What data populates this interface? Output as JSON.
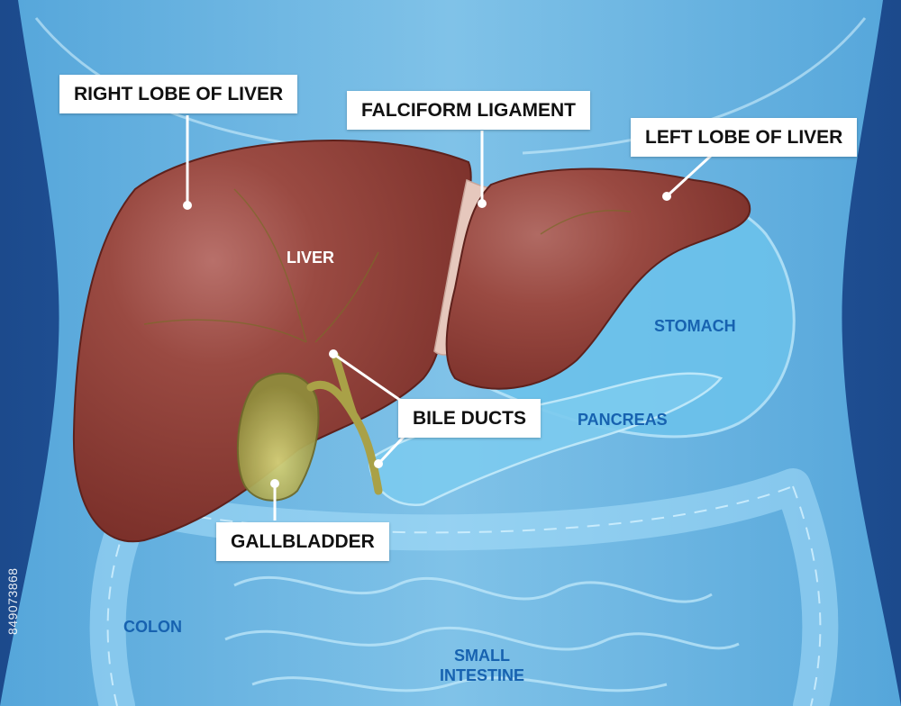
{
  "callouts": {
    "right_lobe": "RIGHT LOBE OF LIVER",
    "falciform": "FALCIFORM LIGAMENT",
    "left_lobe": "LEFT LOBE OF LIVER",
    "bile_ducts": "BILE DUCTS",
    "gallbladder": "GALLBLADDER"
  },
  "organ_labels": {
    "liver": "LIVER",
    "stomach": "STOMACH",
    "pancreas": "PANCREAS",
    "colon": "COLON",
    "small_intestine_line1": "SMALL",
    "small_intestine_line2": "INTESTINE"
  },
  "stock_id": "849073868",
  "colors": {
    "background": "#1f4f95",
    "body": "#8ad0f0",
    "liver": "#8e3b33",
    "gallbladder": "#a8a54a",
    "ligament": "#e6c8bd",
    "label_blue": "#1762b0"
  }
}
